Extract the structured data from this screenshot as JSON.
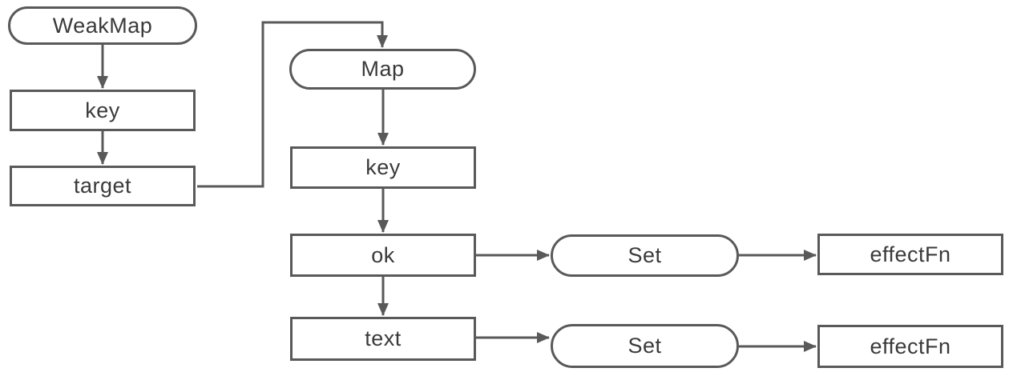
{
  "diagram": {
    "colors": {
      "stroke": "#595959",
      "text": "#3a3a3a",
      "background": "#ffffff"
    },
    "nodes": {
      "weakmap": {
        "label": "WeakMap",
        "shape": "pill"
      },
      "key1": {
        "label": "key",
        "shape": "rect"
      },
      "target": {
        "label": "target",
        "shape": "rect"
      },
      "map": {
        "label": "Map",
        "shape": "pill"
      },
      "key2": {
        "label": "key",
        "shape": "rect"
      },
      "ok": {
        "label": "ok",
        "shape": "rect"
      },
      "text": {
        "label": "text",
        "shape": "rect"
      },
      "set1": {
        "label": "Set",
        "shape": "pill"
      },
      "effectfn1": {
        "label": "effectFn",
        "shape": "rect"
      },
      "set2": {
        "label": "Set",
        "shape": "pill"
      },
      "effectfn2": {
        "label": "effectFn",
        "shape": "rect"
      }
    },
    "edges": [
      {
        "from": "weakmap",
        "to": "key1"
      },
      {
        "from": "key1",
        "to": "target"
      },
      {
        "from": "target",
        "to": "map"
      },
      {
        "from": "map",
        "to": "key2"
      },
      {
        "from": "key2",
        "to": "ok"
      },
      {
        "from": "ok",
        "to": "text"
      },
      {
        "from": "ok",
        "to": "set1"
      },
      {
        "from": "set1",
        "to": "effectfn1"
      },
      {
        "from": "text",
        "to": "set2"
      },
      {
        "from": "set2",
        "to": "effectfn2"
      }
    ]
  }
}
